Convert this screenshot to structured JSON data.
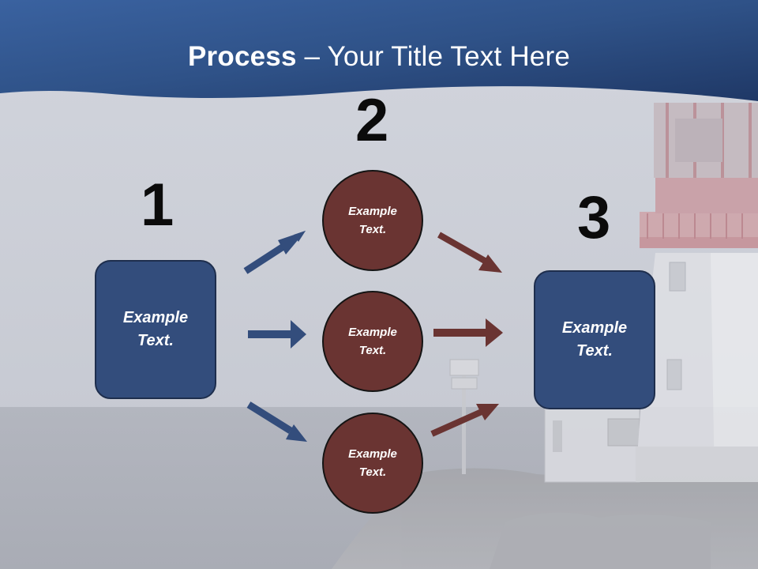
{
  "slide": {
    "title_bold": "Process",
    "title_rest": " – Your Title Text Here",
    "colors": {
      "header": "#2f5288",
      "box": "#334d7c",
      "circle": "#6a3432",
      "arrow_blue": "#334d7c",
      "arrow_red": "#6a3432"
    }
  },
  "steps": {
    "one": "1",
    "two": "2",
    "three": "3"
  },
  "nodes": {
    "left_box": "Example\nText.",
    "circle_top": "Example\nText.",
    "circle_middle": "Example\nText.",
    "circle_bottom": "Example\nText.",
    "right_box": "Example\nText."
  }
}
